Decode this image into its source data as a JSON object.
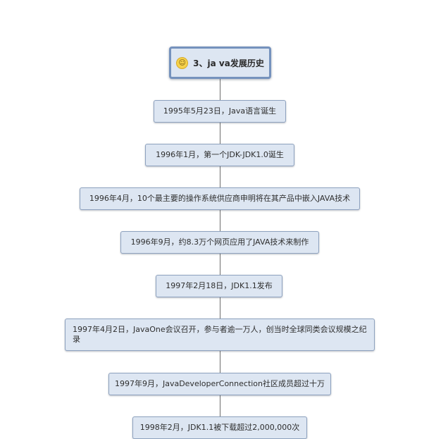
{
  "root": {
    "icon": "smiley-icon",
    "title": "3、ja va发展历史"
  },
  "events": [
    "1995年5月23日，Java语言诞生",
    "1996年1月，第一个JDK-JDK1.0诞生",
    "1996年4月，10个最主要的操作系统供应商申明将在其产品中嵌入JAVA技术",
    "1996年9月，约8.3万个网页应用了JAVA技术来制作",
    "1997年2月18日，JDK1.1发布",
    "1997年4月2日，JavaOne会议召开，参与者逾一万人，创当时全球同类会议规模之纪录",
    "1997年9月，JavaDeveloperConnection社区成员超过十万",
    "1998年2月，JDK1.1被下载超过2,000,000次"
  ]
}
